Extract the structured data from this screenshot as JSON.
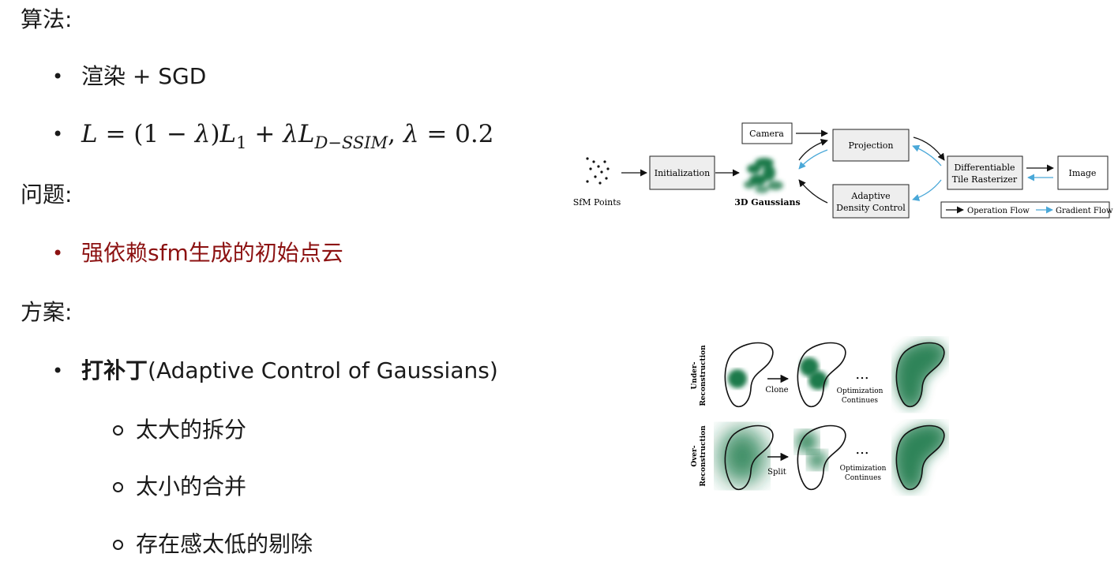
{
  "headings": {
    "algorithm": "算法:",
    "problem": "问题:",
    "solution": "方案:"
  },
  "bullets": {
    "render": "渲染 + SGD",
    "loss": {
      "L": "L",
      "eq": " = (1 − ",
      "lam": "λ",
      "rp": ")",
      "L1": "L",
      "one": "1",
      "plus": " + ",
      "lam2": "λ",
      "L2": "L",
      "dssim": "D−SSIM",
      "comma": ", ",
      "lam3": "λ",
      "val": " = 0.2"
    },
    "dependency": "强依赖sfm生成的初始点云",
    "patch_bold": "打补丁",
    "patch_rest": "(Adaptive Control of Gaussians)",
    "split_big": "太大的拆分",
    "merge_small": "太小的合并",
    "remove_low": "存在感太低的剔除"
  },
  "pipeline": {
    "sfm": "SfM Points",
    "init": "Initialization",
    "gaussians": "3D Gaussians",
    "camera": "Camera",
    "projection": "Projection",
    "adc_line1": "Adaptive",
    "adc_line2": "Density Control",
    "raster_line1": "Differentiable",
    "raster_line2": "Tile Rasterizer",
    "image": "Image",
    "legend_op": "Operation Flow",
    "legend_grad": "Gradient Flow"
  },
  "densify": {
    "under_line1": "Under-",
    "under_line2": "Reconstruction",
    "over_line1": "Over-",
    "over_line2": "Reconstruction",
    "clone": "Clone",
    "split": "Split",
    "ellipsis": "...",
    "opt_line1": "Optimization",
    "opt_line2": "Continues"
  },
  "colors": {
    "accent_red": "#8c1111",
    "gaussian_green": "#1f7a4c",
    "gradient_blue": "#4aa8d8"
  }
}
